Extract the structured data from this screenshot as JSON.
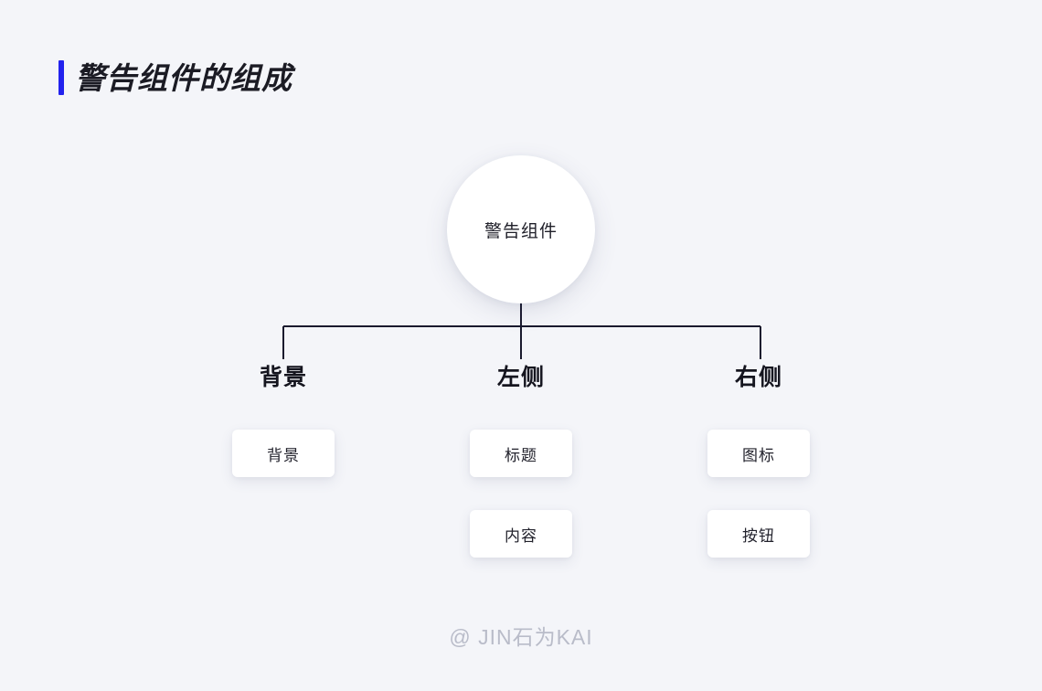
{
  "page": {
    "background_color": "#f4f5f9"
  },
  "header": {
    "accent_color": "#2222ee",
    "title": "警告组件的组成"
  },
  "diagram": {
    "type": "tree",
    "line_color": "#1a1a2e",
    "root": {
      "label": "警告组件"
    },
    "branches": [
      {
        "title": "背景",
        "cards": [
          {
            "label": "背景"
          }
        ]
      },
      {
        "title": "左侧",
        "cards": [
          {
            "label": "标题"
          },
          {
            "label": "内容"
          }
        ]
      },
      {
        "title": "右侧",
        "cards": [
          {
            "label": "图标"
          },
          {
            "label": "按钮"
          }
        ]
      }
    ]
  },
  "footer": {
    "watermark": "@ JIN石为KAI"
  }
}
